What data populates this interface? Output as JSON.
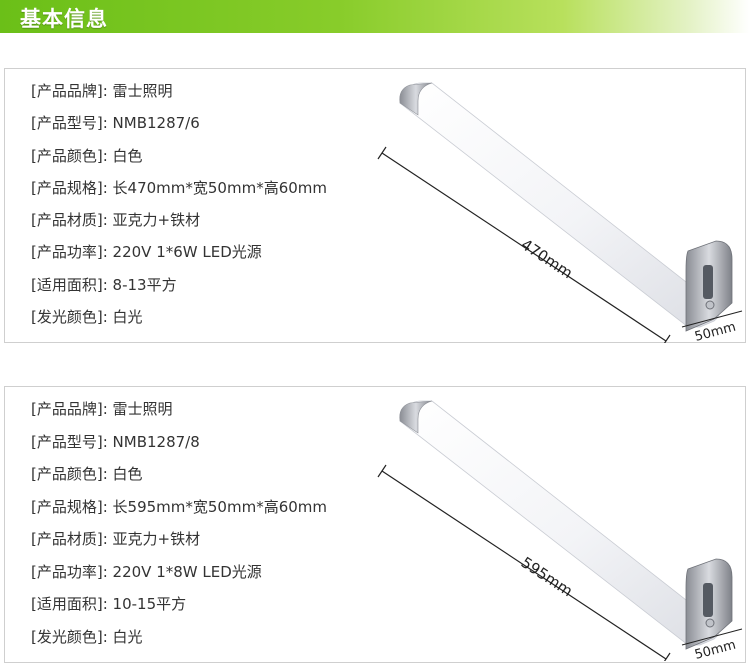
{
  "section_header": {
    "title": "基本信息"
  },
  "products": [
    {
      "specs": [
        {
          "key": "[产品品牌]:",
          "value": " 雷士照明"
        },
        {
          "key": "[产品型号]:",
          "value": " NMB1287/6"
        },
        {
          "key": "[产品颜色]:",
          "value": " 白色"
        },
        {
          "key": "[产品规格]:",
          "value": " 长470mm*宽50mm*高60mm"
        },
        {
          "key": "[产品材质]:",
          "value": " 亚克力+铁材"
        },
        {
          "key": "[产品功率]:",
          "value": " 220V 1*6W LED光源"
        },
        {
          "key": "[适用面积]:",
          "value": " 8-13平方"
        },
        {
          "key": "[发光颜色]:",
          "value": " 白光"
        }
      ],
      "length_label": "470mm",
      "width_label": "50mm"
    },
    {
      "specs": [
        {
          "key": "[产品品牌]:",
          "value": " 雷士照明"
        },
        {
          "key": "[产品型号]:",
          "value": " NMB1287/8"
        },
        {
          "key": "[产品颜色]:",
          "value": " 白色"
        },
        {
          "key": "[产品规格]:",
          "value": " 长595mm*宽50mm*高60mm"
        },
        {
          "key": "[产品材质]:",
          "value": " 亚克力+铁材"
        },
        {
          "key": "[产品功率]:",
          "value": " 220V 1*8W LED光源"
        },
        {
          "key": "[适用面积]:",
          "value": " 10-15平方"
        },
        {
          "key": "[发光颜色]:",
          "value": " 白光"
        }
      ],
      "length_label": "595mm",
      "width_label": "50mm"
    }
  ],
  "colors": {
    "header_green": "#6bbf18",
    "border": "#cfcfcf",
    "text": "#333333"
  }
}
